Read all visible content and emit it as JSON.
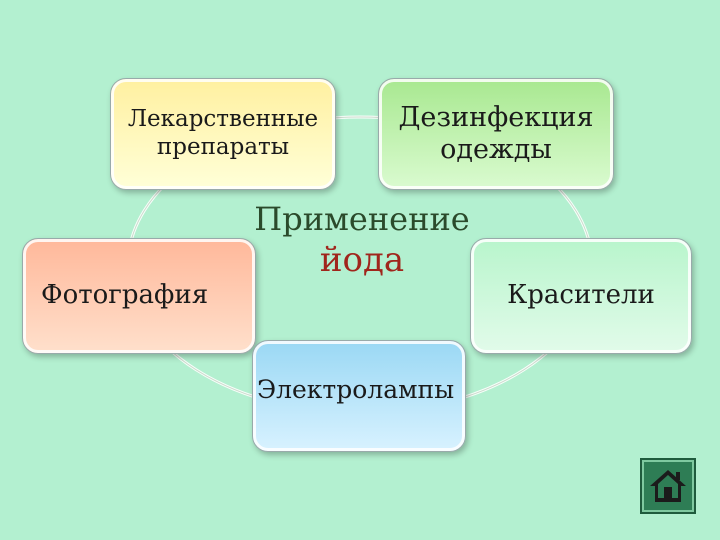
{
  "diagram": {
    "center": {
      "line1": "Применение",
      "line2": "йода"
    },
    "nodes": {
      "medicine": {
        "line1": "Лекарственные",
        "line2": "препараты"
      },
      "disinfection": {
        "line1": "Дезинфекция",
        "line2": "одежды"
      },
      "photography": {
        "label": "Фотография"
      },
      "dyes": {
        "label": "Красители"
      },
      "lamps": {
        "label": "Электролампы"
      }
    }
  },
  "colors": {
    "background": "#b3f0d0",
    "center_line2": "#a0261c",
    "home_button": "#2e7d55"
  },
  "icons": {
    "home_button": "home-icon"
  }
}
